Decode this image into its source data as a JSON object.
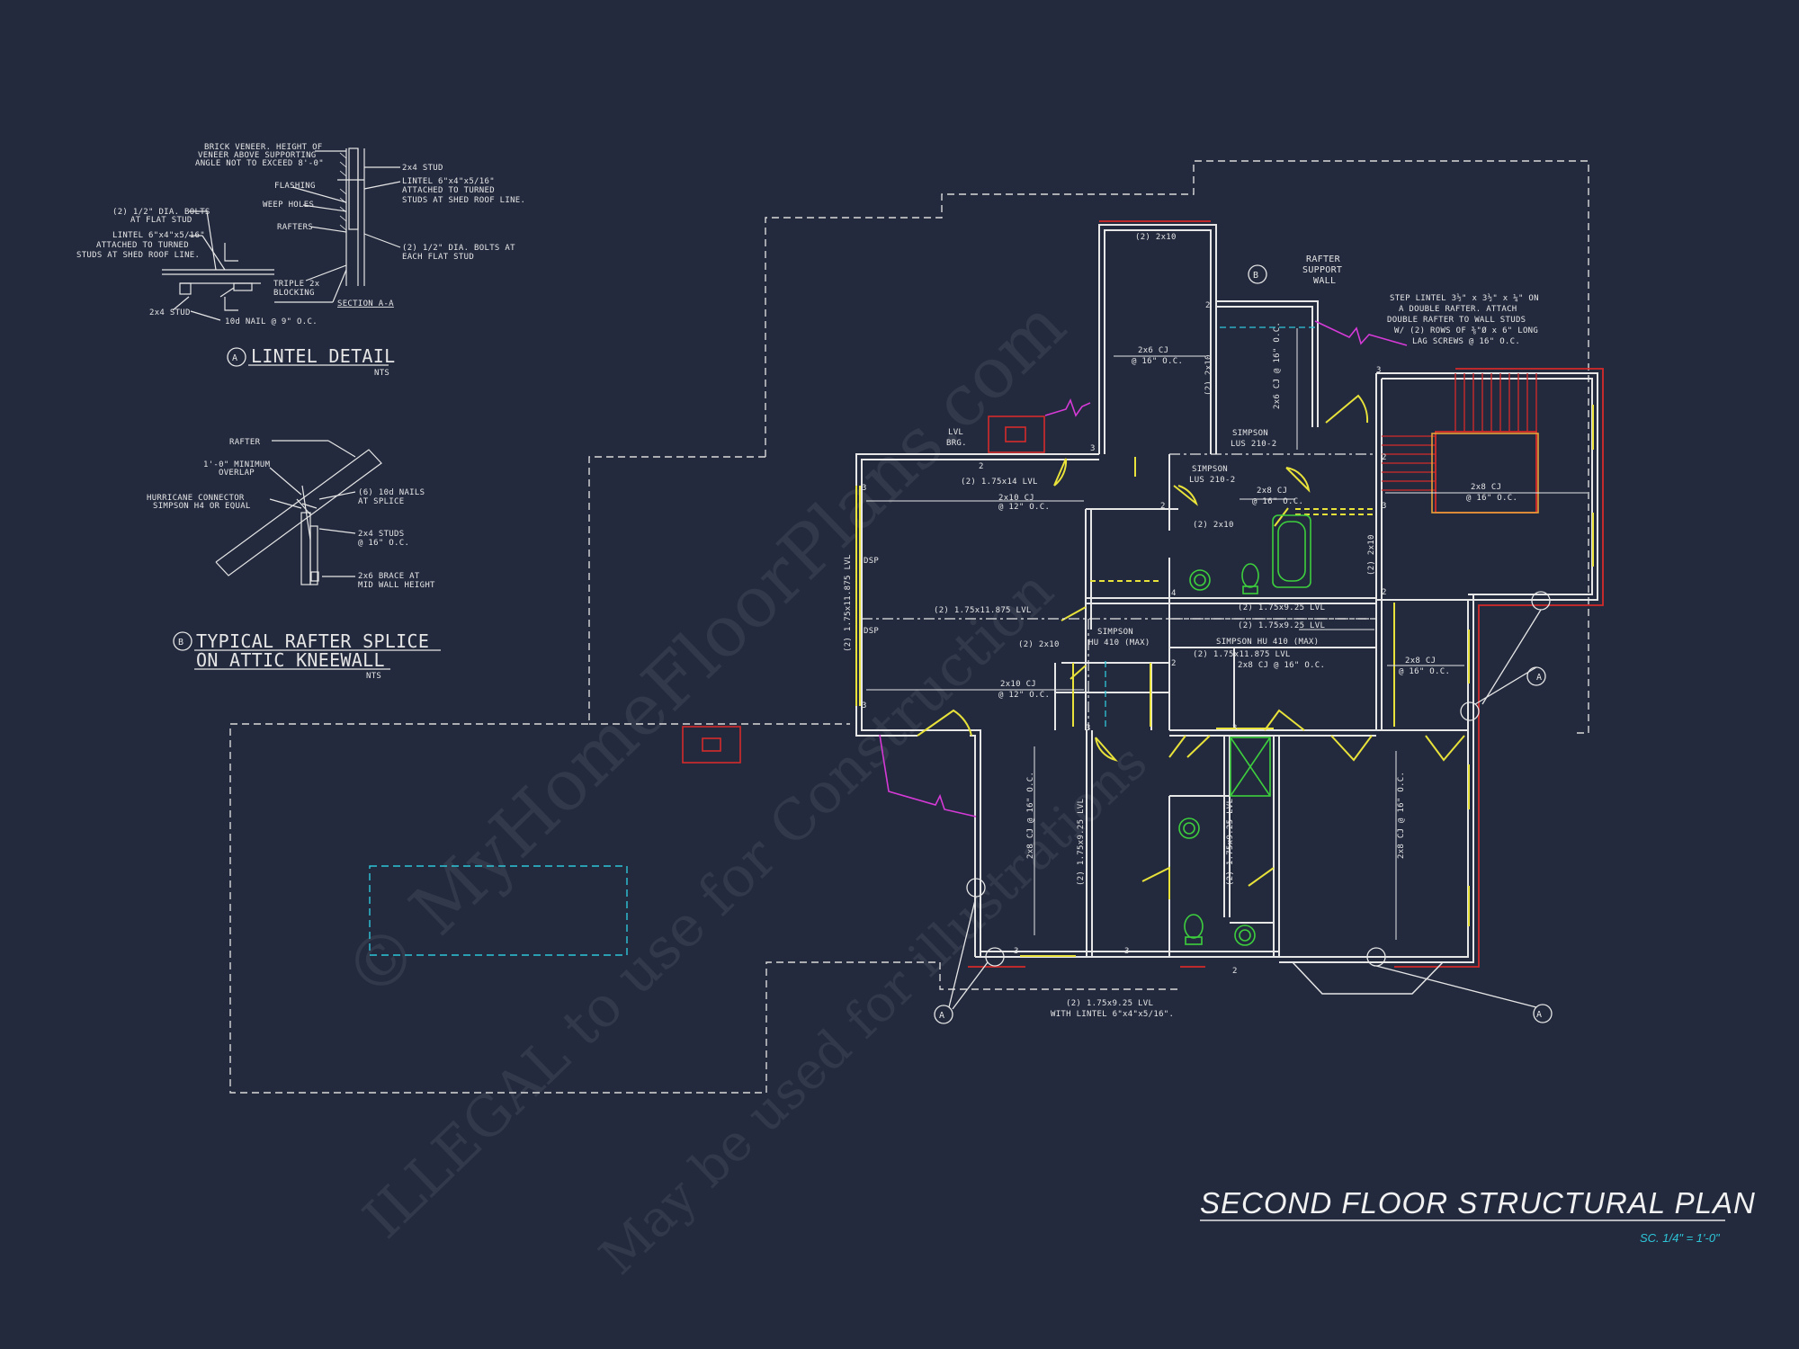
{
  "drawing": {
    "title": "SECOND FLOOR STRUCTURAL PLAN",
    "scale": "SC. 1/4\" = 1'-0\""
  },
  "watermark": {
    "line1": "© MyHomeFloorPlans.com",
    "line2": "ILLEGAL to use for Construction",
    "line3": "May be used for illustrations"
  },
  "lintel_detail": {
    "tag": "A",
    "title": "LINTEL DETAIL",
    "nts": "NTS",
    "section_label": "SECTION A-A",
    "notes": {
      "brick1": "BRICK VENEER. HEIGHT OF",
      "brick2": "VENEER ABOVE SUPPORTING",
      "brick3": "ANGLE NOT TO EXCEED 8'-0\"",
      "flashing": "FLASHING",
      "weep": "WEEP HOLES",
      "rafters": "RAFTERS",
      "bolts1_a": "(2) 1/2\" DIA. BOLTS",
      "bolts1_b": "AT FLAT STUD",
      "lintel1_a": "LINTEL 6\"x4\"x5/16\"",
      "lintel1_b": "ATTACHED TO TURNED",
      "lintel1_c": "STUDS AT SHED ROOF LINE.",
      "stud_left": "2x4 STUD",
      "nail": "10d NAIL @ 9\" O.C.",
      "stud_right": "2x4 STUD",
      "lintel2_a": "LINTEL 6\"x4\"x5/16\"",
      "lintel2_b": "ATTACHED TO TURNED",
      "lintel2_c": "STUDS AT SHED ROOF LINE.",
      "triple1": "TRIPLE 2x",
      "triple2": "BLOCKING",
      "bolts2_a": "(2) 1/2\" DIA. BOLTS AT",
      "bolts2_b": "EACH FLAT STUD"
    }
  },
  "rafter_splice": {
    "tag": "B",
    "title1": "TYPICAL RAFTER SPLICE",
    "title2": "ON ATTIC KNEEWALL",
    "nts": "NTS",
    "notes": {
      "rafter": "RAFTER",
      "overlap1": "1'-0\" MINIMUM",
      "overlap2": "OVERLAP",
      "hurricane1": "HURRICANE CONNECTOR",
      "hurricane2": "SIMPSON H4 OR EQUAL",
      "nails1": "(6) 10d NAILS",
      "nails2": "AT SPLICE",
      "studs1": "2x4 STUDS",
      "studs2": "@ 16\" O.C.",
      "brace1": "2x6 BRACE AT",
      "brace2": "MID WALL HEIGHT"
    }
  },
  "plan_notes": {
    "rafter_support1": "RAFTER",
    "rafter_support2": "SUPPORT",
    "rafter_support3": "WALL",
    "step_lintel1": "STEP LINTEL 3½\" x 3½\" x ¼\" ON",
    "step_lintel2": "A DOUBLE RAFTER. ATTACH",
    "step_lintel3": "DOUBLE RAFTER TO WALL STUDS",
    "step_lintel4": "W/ (2) ROWS OF ⅜\"Ø x 6\" LONG",
    "step_lintel5": "LAG SCREWS @ 16\" O.C.",
    "top_2x10": "(2) 2x10",
    "cj_2x6_a1": "2x6 CJ",
    "cj_2x6_a2": "@ 16\" O.C.",
    "cj_2x6_b": "2x6 CJ @ 16\" O.C.",
    "v_2x10": "(2) 2x10",
    "lvl_brg1": "LVL",
    "lvl_brg2": "BRG.",
    "lus_a1": "SIMPSON",
    "lus_a2": "LUS 210-2",
    "lus_b1": "SIMPSON",
    "lus_b2": "LUS 210-2",
    "lvl_1014": "(2) 1.75x14 LVL",
    "cj_2x10_a1": "2x10 CJ",
    "cj_2x10_a2": "@ 12\" O.C.",
    "cj_2x8_mid1": "2x8 CJ",
    "cj_2x8_mid2": "@ 16\" O.C.",
    "mid_2x10": "(2) 2x10",
    "stair_cj1": "2x8 CJ",
    "stair_cj2": "@ 16\" O.C.",
    "right_2x10": "(2) 2x10",
    "lvl_left_v": "(2) 1.75x11.875 LVL",
    "dsp1": "DSP",
    "dsp2": "DSP",
    "lvl_11875_a": "(2) 1.75x11.875 LVL",
    "lvl_925_a": "(2) 1.75x9.25 LVL",
    "lvl_925_b": "(2) 1.75x9.25 LVL",
    "hu_a1": "SIMPSON",
    "hu_a2": "HU 410 (MAX)",
    "hu_b": "SIMPSON HU 410 (MAX)",
    "small_2x10": "(2) 2x10",
    "lvl_11875_b": "(2) 1.75x11.875 LVL",
    "cj_2x8_c": "2x8 CJ @ 16\" O.C.",
    "cj_2x10_b1": "2x10 CJ",
    "cj_2x10_b2": "@ 12\" O.C.",
    "cj_2x8_r1": "2x8 CJ",
    "cj_2x8_r2": "@ 16\" O.C.",
    "cj_2x8_lb": "2x8 CJ @ 16\" O.C.",
    "lvl_925_v1": "(2) 1.75x9.25 LVL",
    "lvl_925_v2": "(2) 1.75x9.25 LVL",
    "cj_2x8_rb": "2x8 CJ @ 16\" O.C.",
    "bottom_lvl1": "(2) 1.75x9.25 LVL",
    "bottom_lvl2": "WITH LINTEL 6\"x4\"x5/16\"."
  },
  "section_tags": {
    "a": "A",
    "b": "B"
  },
  "point_load_marks": [
    "2",
    "3",
    "4"
  ],
  "colors": {
    "background": "#232a3e",
    "linework": "#e6e6e6",
    "hidden_line": "#d9d9d9",
    "red": "#d42a2a",
    "yellow": "#e8e23a",
    "green": "#3dcf3d",
    "cyan": "#2ec6d8",
    "magenta": "#d63ad6"
  }
}
